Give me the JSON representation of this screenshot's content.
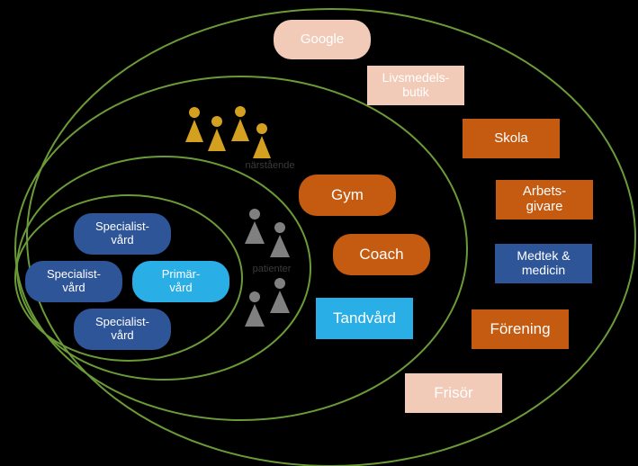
{
  "diagram": {
    "colors": {
      "ring": "#6b9b37",
      "gold": "#d4a020",
      "gray": "#808080",
      "peach": "#f2cbb8",
      "orange": "#c55a11",
      "navy": "#2e5597",
      "cyan": "#29aee6"
    },
    "group_labels": {
      "relatives": "närstående",
      "patients": "patienter"
    },
    "inner": {
      "specialist_top": "Specialist-\nvård",
      "specialist_left": "Specialist-\nvård",
      "primary": "Primär-\nvård",
      "specialist_bottom": "Specialist-\nvård"
    },
    "middle": {
      "gym": "Gym",
      "coach": "Coach",
      "dental": "Tandvård"
    },
    "outer": {
      "google": "Google",
      "grocery": "Livsmedels-\nbutik",
      "school": "Skola",
      "employer": "Arbets-\ngivare",
      "medtech": "Medtek &\nmedicin",
      "association": "Förening",
      "hairdresser": "Frisör"
    },
    "icons": {
      "relatives": "person-group-icon",
      "patients": "person-group-icon"
    }
  }
}
